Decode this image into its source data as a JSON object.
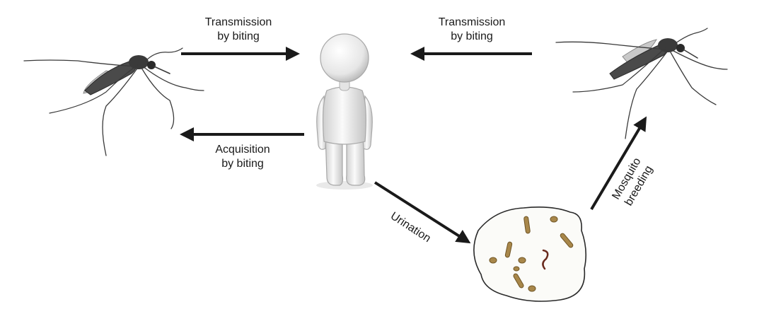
{
  "labels": {
    "transmission_left": [
      "Transmission",
      "by biting"
    ],
    "transmission_right": [
      "Transmission",
      "by biting"
    ],
    "acquisition": [
      "Acquisition",
      "by biting"
    ],
    "urination": "Urination",
    "mosquito_breeding": [
      "Mosquito",
      "breeding"
    ]
  },
  "colors": {
    "arrow": "#1a1a1a",
    "text": "#1a1a1a",
    "figure": "#e8e8e8",
    "figure_outline": "#9a9a9a",
    "mosquito": "#3a3a3a",
    "puddle_outline": "#2a2a2a",
    "larva": "#a8874a"
  },
  "icons": [
    "mosquito-left-icon",
    "human-figure-icon",
    "mosquito-right-icon",
    "breeding-puddle-icon"
  ]
}
